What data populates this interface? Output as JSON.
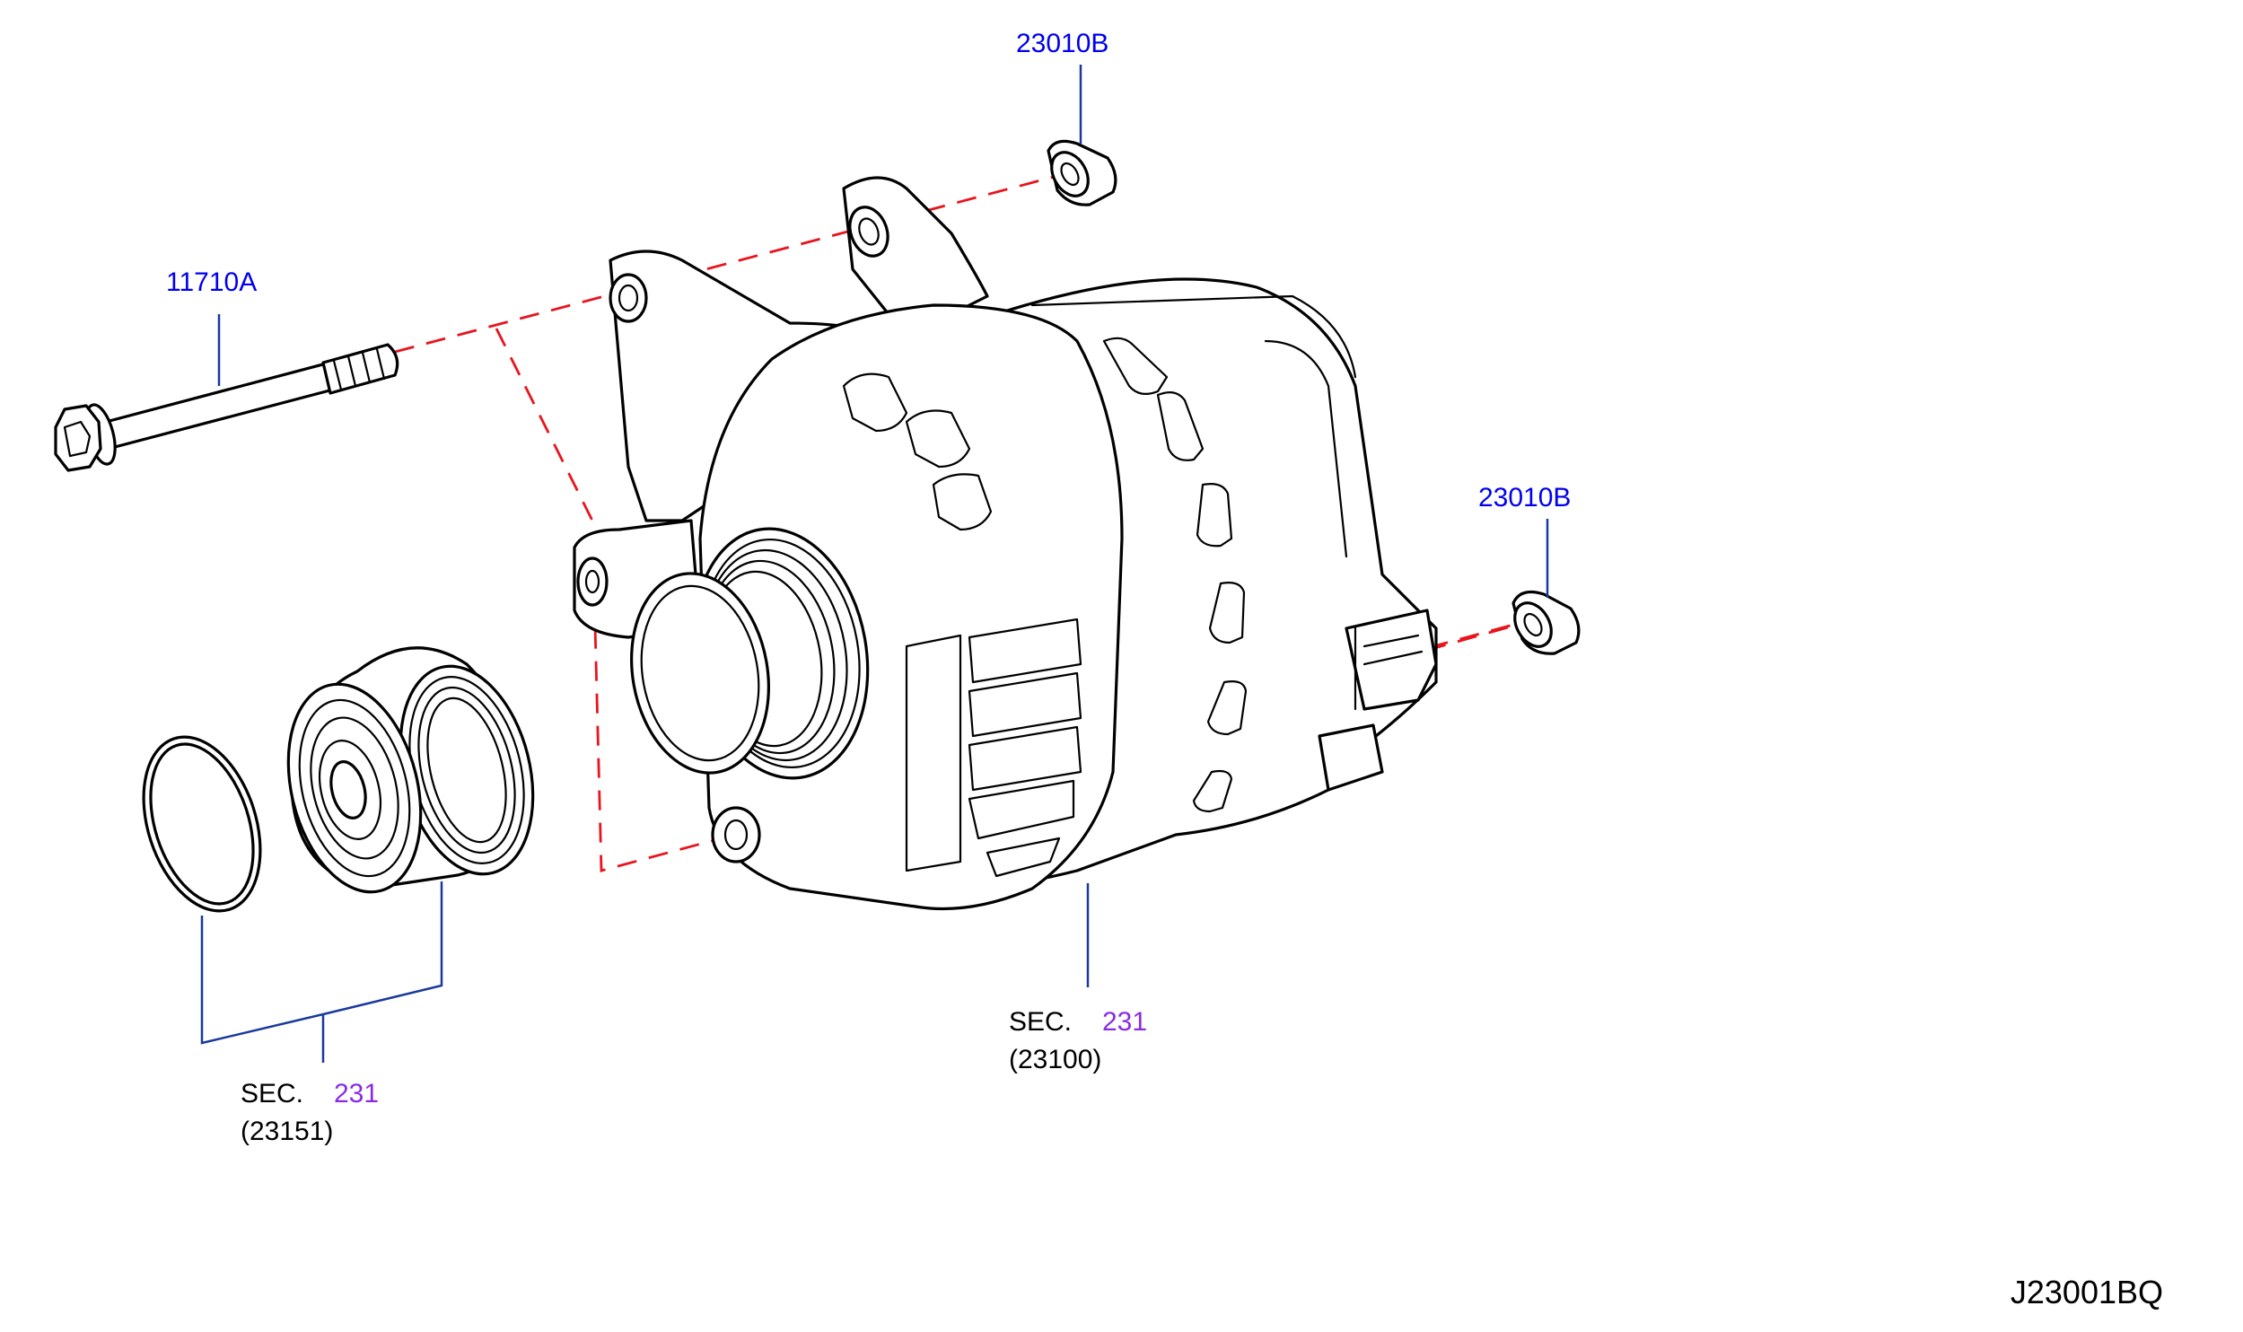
{
  "colors": {
    "part_number": "#0000ee",
    "section_number": "#8a2be2",
    "section_text": "#000000",
    "leader_line": "#1a3a9a",
    "dashed_line": "#e8141e",
    "drawing": "#000000",
    "background": "#ffffff"
  },
  "callouts": {
    "nut_top": {
      "part_number": "23010B"
    },
    "bolt": {
      "part_number": "11710A"
    },
    "nut_right": {
      "part_number": "23010B"
    },
    "alternator": {
      "sec_label": "SEC.",
      "sec_number": "231",
      "ref": "(23100)"
    },
    "pulley": {
      "sec_label": "SEC.",
      "sec_number": "231",
      "ref": "(23151)"
    }
  },
  "drawing_code": "J23001BQ",
  "icons": {
    "alternator": "alternator-assembly-icon",
    "pulley": "pulley-icon",
    "ring": "ring-icon",
    "bolt": "bolt-icon",
    "nut": "nut-icon"
  }
}
